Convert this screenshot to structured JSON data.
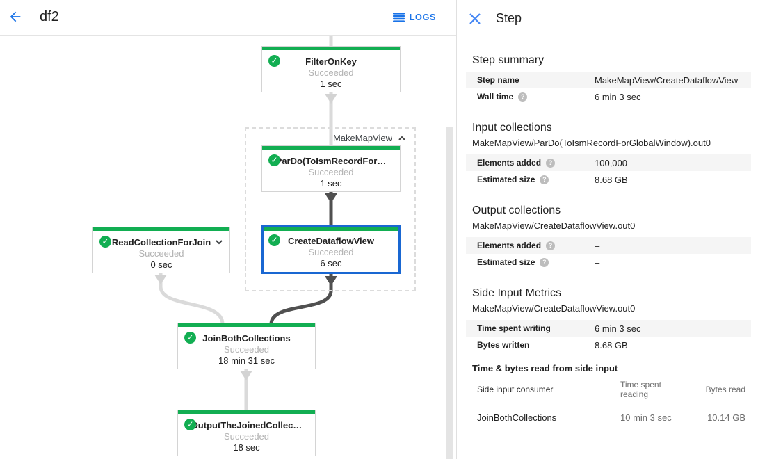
{
  "colors": {
    "accent_blue": "#1a73e8",
    "selection_blue": "#1967d2",
    "success_green": "#12ae52",
    "edge_light": "#dadada",
    "edge_dark": "#505050",
    "row_stripe": "#f5f5f5"
  },
  "icons": {
    "back": "arrow-left",
    "logs": "list-lines",
    "close": "x",
    "help": "question-mark",
    "success": "check-circle",
    "collapse": "chevron-up",
    "expand": "chevron-down"
  },
  "header": {
    "title": "df2",
    "logs_label": "LOGS"
  },
  "graph": {
    "group_label": "MakeMapView",
    "nodes": [
      {
        "title": "FilterOnKey",
        "status": "Succeeded",
        "time": "1 sec"
      },
      {
        "title": "ParDo(ToIsmRecordFor…",
        "status": "Succeeded",
        "time": "1 sec"
      },
      {
        "title": "CreateDataflowView",
        "status": "Succeeded",
        "time": "6 sec"
      },
      {
        "title": "ReadCollectionForJoin",
        "status": "Succeeded",
        "time": "0 sec"
      },
      {
        "title": "JoinBothCollections",
        "status": "Succeeded",
        "time": "18 min 31 sec"
      },
      {
        "title": "OutputTheJoinedCollec…",
        "status": "Succeeded",
        "time": "18 sec"
      }
    ]
  },
  "panel": {
    "title": "Step",
    "summary": {
      "heading": "Step summary",
      "rows": [
        {
          "label": "Step name",
          "value": "MakeMapView/CreateDataflowView"
        },
        {
          "label": "Wall time",
          "value": "6 min 3 sec"
        }
      ]
    },
    "input": {
      "heading": "Input collections",
      "subtitle": "MakeMapView/ParDo(ToIsmRecordForGlobalWindow).out0",
      "rows": [
        {
          "label": "Elements added",
          "value": "100,000"
        },
        {
          "label": "Estimated size",
          "value": "8.68 GB"
        }
      ]
    },
    "output": {
      "heading": "Output collections",
      "subtitle": "MakeMapView/CreateDataflowView.out0",
      "rows": [
        {
          "label": "Elements added",
          "value": "–"
        },
        {
          "label": "Estimated size",
          "value": "–"
        }
      ]
    },
    "side_input": {
      "heading": "Side Input Metrics",
      "subtitle": "MakeMapView/CreateDataflowView.out0",
      "rows": [
        {
          "label": "Time spent writing",
          "value": "6 min 3 sec"
        },
        {
          "label": "Bytes written",
          "value": "8.68 GB"
        }
      ]
    },
    "side_input_table": {
      "heading": "Time & bytes read from side input",
      "columns": [
        "Side input consumer",
        "Time spent reading",
        "Bytes read"
      ],
      "row": {
        "consumer": "JoinBothCollections",
        "time": "10 min 3 sec",
        "bytes": "10.14 GB"
      }
    }
  }
}
